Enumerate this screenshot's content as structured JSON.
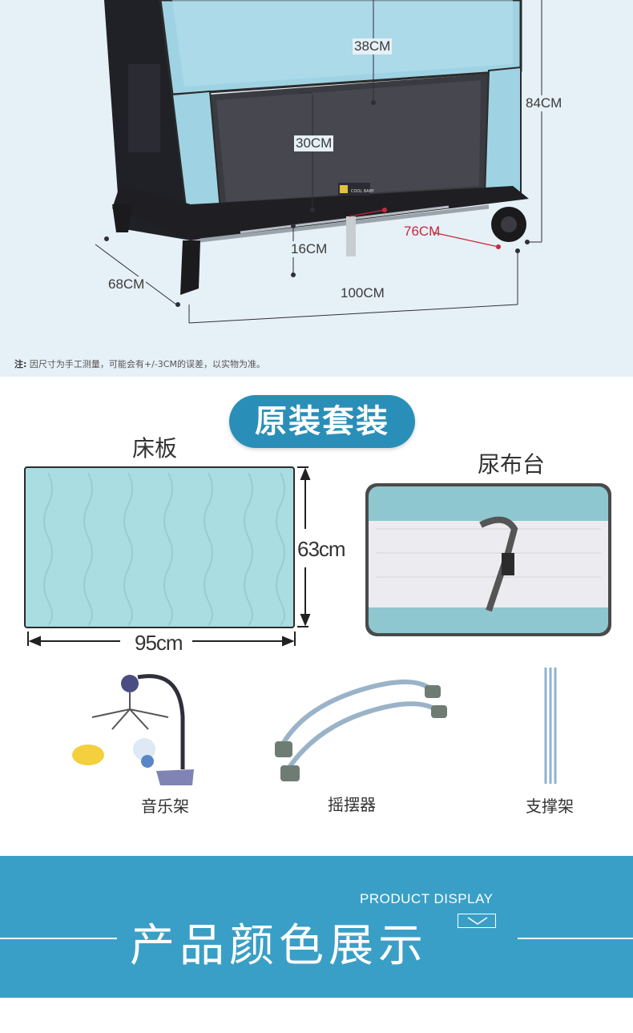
{
  "dimensions": {
    "height_top": "38CM",
    "height_total": "84CM",
    "mesh_height": "30CM",
    "clearance": "16CM",
    "inner_width": "76CM",
    "depth": "68CM",
    "length": "100CM",
    "note_prefix": "注:",
    "note_text": "因尺寸为手工测量，可能会有+/-3CM的误差，以实物为准。",
    "badge_text": "COOL BABY"
  },
  "set": {
    "title": "原装套装",
    "board_label": "床板",
    "board_height": "63cm",
    "board_width": "95cm",
    "diaper_label": "尿布台",
    "music_label": "音乐架",
    "rocker_label": "摇摆器",
    "support_label": "支撑架"
  },
  "banner": {
    "english": "PRODUCT DISPLAY",
    "chinese": "产品颜色展示"
  },
  "colors": {
    "accent": "#2a8fb8",
    "banner": "#3a9fc6",
    "bed_fabric": "#9fd3e4",
    "frame": "#1e1e22",
    "dim_red": "#c8283a"
  }
}
